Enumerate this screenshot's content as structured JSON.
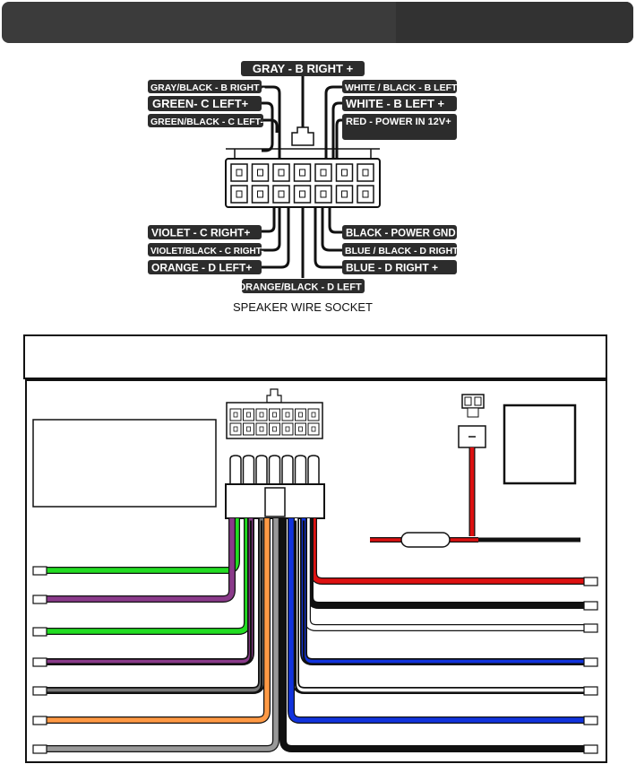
{
  "socket": {
    "caption": "SPEAKER WIRE SOCKET",
    "top_center_label": "GRAY - B RIGHT +",
    "bottom_center_label": "ORANGE/BLACK - D LEFT -",
    "left_labels": [
      "GRAY/BLACK - B RIGHT -",
      "GREEN- C LEFT+",
      "GREEN/BLACK -  C LEFT-",
      "VIOLET - C RIGHT+",
      "VIOLET/BLACK - C RIGHT-",
      "ORANGE - D LEFT+"
    ],
    "right_labels": [
      "WHITE / BLACK - B LEFT -",
      "WHITE - B LEFT +",
      "RED - POWER IN 12V+",
      "BLACK - POWER GND",
      "BLUE / BLACK  - D RIGHT-",
      "BLUE -  D RIGHT +"
    ],
    "pin_rows": 2,
    "pins_per_row": 7
  },
  "harness": {
    "title_box_text": "",
    "left_wire_colors": [
      "#22dd22",
      "#8a3a8a",
      "#22dd22",
      "#8a3a8a",
      "#777777",
      "#ff9944",
      "#999999"
    ],
    "left_wire_stripe": [
      false,
      false,
      false,
      true,
      true,
      false,
      false
    ],
    "right_wire_colors": [
      "#dd1111",
      "#111111",
      "#ffffff",
      "#1133dd",
      "#ffffff",
      "#1133dd",
      "#111111"
    ],
    "right_wire_stripe": [
      false,
      false,
      false,
      true,
      true,
      false,
      false
    ],
    "fuse_wire_colors": [
      "#dd1111",
      "#111111"
    ]
  },
  "colors": {
    "header_bar": "#3b3b3b",
    "label_bg": "#2c2c2c",
    "outline": "#111111"
  }
}
